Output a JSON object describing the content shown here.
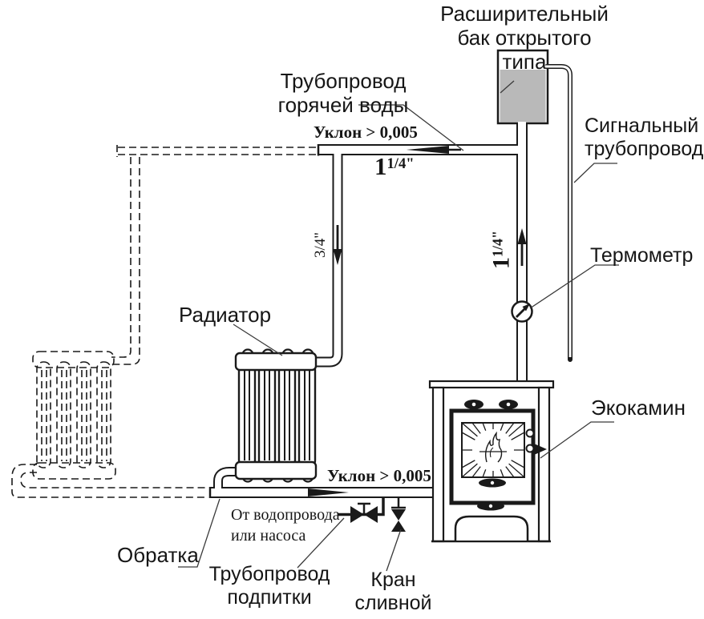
{
  "labels": {
    "expansion_tank": "Расширительный\nбак открытого типа",
    "hot_water_pipe": "Трубопровод\nгорячей воды",
    "signal_pipe": "Сигнальный\nтрубопровод",
    "thermometer": "Термометр",
    "radiator": "Радиатор",
    "eco_fireplace": "Экокамин",
    "return_line": "Обратка",
    "makeup_pipe": "Трубопровод\nподпитки",
    "drain_valve": "Кран\nсливной",
    "water_source": "От водопровода\nили насоса",
    "slope_top": "Уклон > 0,005",
    "slope_bottom": "Уклон > 0,005"
  },
  "pipe_sizes": {
    "hot_main": "1",
    "hot_sup": "1/4\"",
    "riser_main": "1",
    "riser_sup": "1/4\"",
    "branch": "3/4\""
  },
  "colors": {
    "line": "#1a1a1a",
    "water_fill": "#b9b9b9",
    "background": "#ffffff"
  }
}
